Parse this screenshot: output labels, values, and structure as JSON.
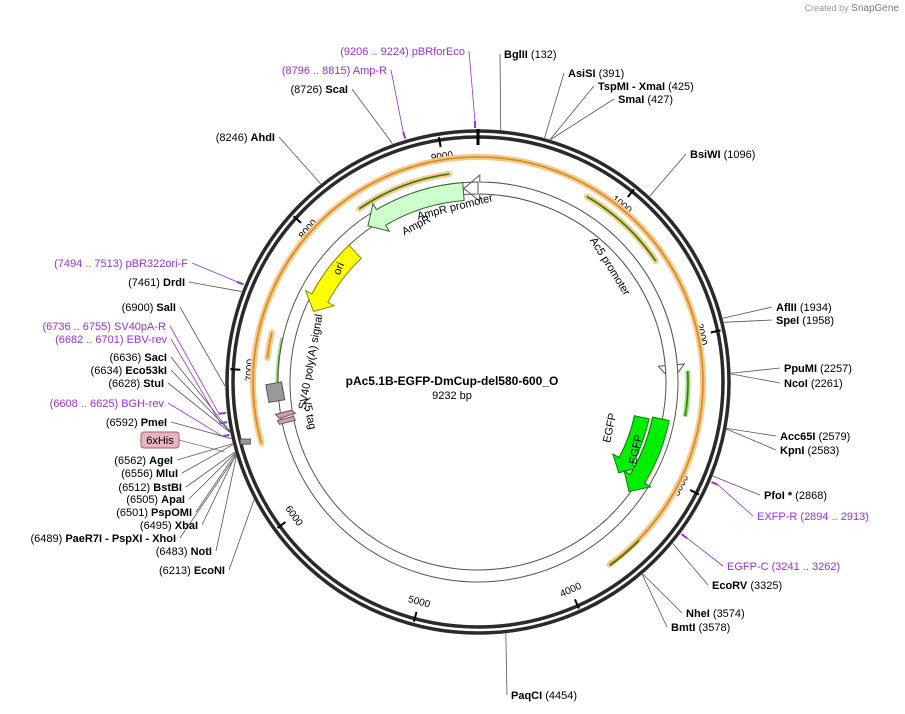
{
  "credit": {
    "prefix": "Created by",
    "brand": "SnapGene"
  },
  "plasmid": {
    "name": "pAc5.1B-EGFP-DmCup-del580-600_O",
    "size_label": "9232 bp",
    "length": 9232
  },
  "ticks": [
    {
      "pos": 1000,
      "label": "1000"
    },
    {
      "pos": 2000,
      "label": "2000"
    },
    {
      "pos": 3000,
      "label": "3000"
    },
    {
      "pos": 4000,
      "label": "4000"
    },
    {
      "pos": 5000,
      "label": "5000"
    },
    {
      "pos": 6000,
      "label": "6000"
    },
    {
      "pos": 7000,
      "label": "7000"
    },
    {
      "pos": 8000,
      "label": "8000"
    },
    {
      "pos": 9000,
      "label": "9000"
    }
  ],
  "enzymes_right": [
    {
      "name": "BglII",
      "pos_label": "(132)",
      "pos": 132
    },
    {
      "name": "AsiSI",
      "pos_label": "(391)",
      "pos": 391
    },
    {
      "name": "TspMI",
      "extra": "- XmaI",
      "pos_label": "(425)",
      "pos": 425
    },
    {
      "name": "SmaI",
      "pos_label": "(427)",
      "pos": 427
    },
    {
      "name": "BsiWI",
      "pos_label": "(1096)",
      "pos": 1096
    },
    {
      "name": "AflII",
      "pos_label": "(1934)",
      "pos": 1934
    },
    {
      "name": "SpeI",
      "pos_label": "(1958)",
      "pos": 1958
    },
    {
      "name": "PpuMI",
      "pos_label": "(2257)",
      "pos": 2257
    },
    {
      "name": "NcoI",
      "pos_label": "(2261)",
      "pos": 2261
    },
    {
      "name": "Acc65I",
      "pos_label": "(2579)",
      "pos": 2579
    },
    {
      "name": "KpnI",
      "pos_label": "(2583)",
      "pos": 2583
    },
    {
      "name": "PfoI *",
      "pos_label": "(2868)",
      "pos": 2868
    },
    {
      "name": "EcoRV",
      "pos_label": "(3325)",
      "pos": 3325
    },
    {
      "name": "NheI",
      "pos_label": "(3574)",
      "pos": 3574
    },
    {
      "name": "BmtI",
      "pos_label": "(3578)",
      "pos": 3578
    },
    {
      "name": "PaqCI",
      "pos_label": "(4454)",
      "pos": 4454
    }
  ],
  "enzymes_left": [
    {
      "name": "ScaI",
      "pos_label": "(8726)",
      "pos": 8726
    },
    {
      "name": "AhdI",
      "pos_label": "(8246)",
      "pos": 8246
    },
    {
      "name": "DrdI",
      "pos_label": "(7461)",
      "pos": 7461
    },
    {
      "name": "SalI",
      "pos_label": "(6900)",
      "pos": 6900
    },
    {
      "name": "SacI",
      "pos_label": "(6636)",
      "pos": 6636
    },
    {
      "name": "Eco53kI",
      "pos_label": "(6634)",
      "pos": 6634
    },
    {
      "name": "StuI",
      "pos_label": "(6628)",
      "pos": 6628
    },
    {
      "name": "PmeI",
      "pos_label": "(6592)",
      "pos": 6592
    },
    {
      "name": "AgeI",
      "pos_label": "(6562)",
      "pos": 6562
    },
    {
      "name": "MluI",
      "pos_label": "(6556)",
      "pos": 6556
    },
    {
      "name": "BstBI",
      "pos_label": "(6512)",
      "pos": 6512
    },
    {
      "name": "ApaI",
      "pos_label": "(6505)",
      "pos": 6505
    },
    {
      "name": "PspOMI",
      "pos_label": "(6501)",
      "pos": 6501
    },
    {
      "name": "XbaI",
      "pos_label": "(6495)",
      "pos": 6495
    },
    {
      "name": "PaeR7I",
      "extra": "- PspXI - XhoI",
      "pos_label": "(6489)",
      "pos": 6489
    },
    {
      "name": "NotI",
      "pos_label": "(6483)",
      "pos": 6483
    },
    {
      "name": "EcoNI",
      "pos_label": "(6213)",
      "pos": 6213
    }
  ],
  "primers": [
    {
      "name": "pBRforEco",
      "range": "(9206 .. 9224)",
      "pos": 9215
    },
    {
      "name": "Amp-R",
      "range": "(8796 .. 8815)",
      "pos": 8805
    },
    {
      "name": "pBR322ori-F",
      "range": "(7494 .. 7513)",
      "pos": 7503
    },
    {
      "name": "SV40pA-R",
      "range": "(6736 .. 6755)",
      "pos": 6745
    },
    {
      "name": "EBV-rev",
      "range": "(6682 .. 6701)",
      "pos": 6691
    },
    {
      "name": "BGH-rev",
      "range": "(6608 .. 6625)",
      "pos": 6616
    },
    {
      "name": "EXFP-R",
      "range": "(2894 .. 2913)",
      "pos": 2903
    },
    {
      "name": "EGFP-C",
      "range": "(3241 .. 3262)",
      "pos": 3251
    }
  ],
  "features": [
    {
      "name": "AmpR promoter",
      "label": "AmpR promoter",
      "start": 9232,
      "end": 9127,
      "color": "#ffffff"
    },
    {
      "name": "AmpR",
      "label": "AmpR",
      "start": 9120,
      "end": 8290,
      "color": "#ccffcc"
    },
    {
      "name": "ori",
      "label": "ori",
      "start": 8110,
      "end": 7530,
      "color": "#ffff00"
    },
    {
      "name": "SV40 poly(A) signal",
      "label": "SV40 poly(A) signal",
      "start": 6900,
      "end": 6780,
      "color": "#999999"
    },
    {
      "name": "V5 tag",
      "label": "V5 tag",
      "start": 6700,
      "end": 6640,
      "color": "#c9a0b4"
    },
    {
      "name": "Ac5 promoter",
      "label": "Ac5 promoter",
      "start": 150,
      "end": 2280,
      "color": "#ffffff"
    },
    {
      "name": "EGFP",
      "label": "EGFP",
      "start": 2590,
      "end": 3300,
      "color": "#00ee00"
    },
    {
      "name": "EGFP-2",
      "label": "EGFP",
      "start": 2590,
      "end": 3300,
      "color": "#00ee00"
    }
  ],
  "tag_feature": {
    "label": "6xHis",
    "fill": "#e8b4c0"
  },
  "colors": {
    "primer": "#9a32cd",
    "enzyme_text": "#000000",
    "backbone": "#2a2a2a",
    "orf_fill": "#f5c88a",
    "orf_stroke": "#d88a1c"
  }
}
